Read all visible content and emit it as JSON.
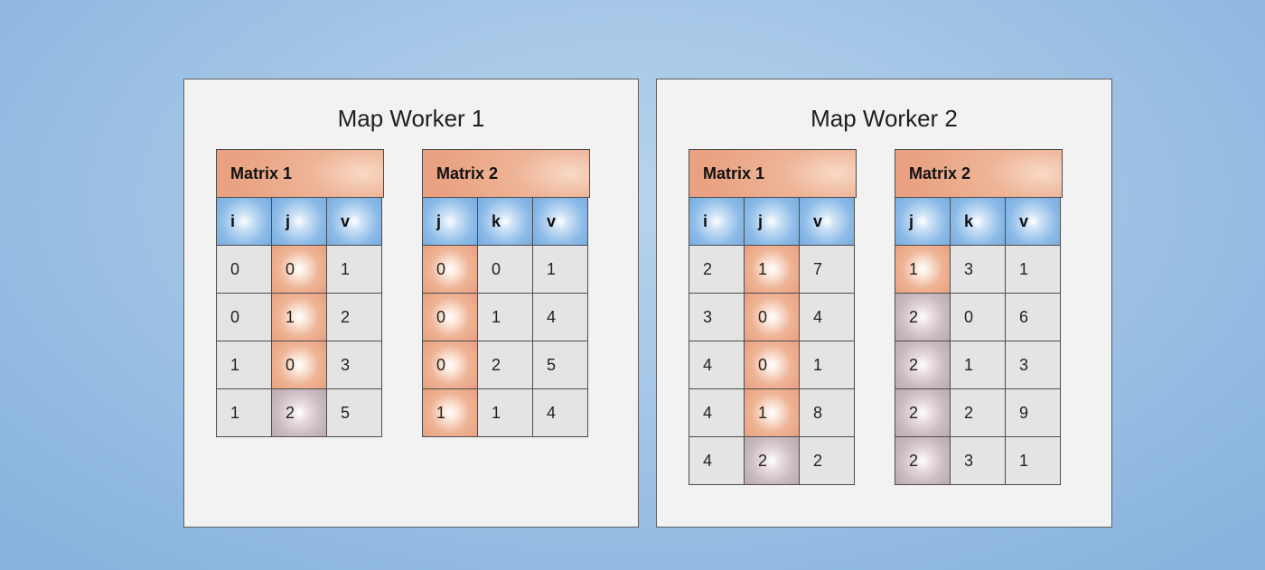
{
  "workers": [
    {
      "title": "Map Worker 1",
      "matrices": [
        {
          "title": "Matrix 1",
          "columns": [
            "i",
            "j",
            "v"
          ],
          "rows": [
            [
              "0",
              "0",
              "1"
            ],
            [
              "0",
              "1",
              "2"
            ],
            [
              "1",
              "0",
              "3"
            ],
            [
              "1",
              "2",
              "5"
            ]
          ],
          "key_cells": [
            "hot",
            "hot",
            "hot",
            "dim"
          ]
        },
        {
          "title": "Matrix 2",
          "columns": [
            "j",
            "k",
            "v"
          ],
          "rows": [
            [
              "0",
              "0",
              "1"
            ],
            [
              "0",
              "1",
              "4"
            ],
            [
              "0",
              "2",
              "5"
            ],
            [
              "1",
              "1",
              "4"
            ]
          ],
          "key_cells": [
            "hot",
            "hot",
            "hot",
            "hot"
          ]
        }
      ]
    },
    {
      "title": "Map Worker 2",
      "matrices": [
        {
          "title": "Matrix 1",
          "columns": [
            "i",
            "j",
            "v"
          ],
          "rows": [
            [
              "2",
              "1",
              "7"
            ],
            [
              "3",
              "0",
              "4"
            ],
            [
              "4",
              "0",
              "1"
            ],
            [
              "4",
              "1",
              "8"
            ],
            [
              "4",
              "2",
              "2"
            ]
          ],
          "key_cells": [
            "hot",
            "hot",
            "hot",
            "hot",
            "dim"
          ]
        },
        {
          "title": "Matrix 2",
          "columns": [
            "j",
            "k",
            "v"
          ],
          "rows": [
            [
              "1",
              "3",
              "1"
            ],
            [
              "2",
              "0",
              "6"
            ],
            [
              "2",
              "1",
              "3"
            ],
            [
              "2",
              "2",
              "9"
            ],
            [
              "2",
              "3",
              "1"
            ]
          ],
          "key_cells": [
            "hot",
            "dim",
            "dim",
            "dim",
            "dim"
          ]
        }
      ]
    }
  ],
  "colors": {
    "background": "#a3c5e6",
    "panel": "#f2f2f2",
    "header_orange": "#e9a181",
    "column_header_blue": "#8dbbe8",
    "cell_gray": "#e4e4e4",
    "key_highlight": "#efb496",
    "key_dim": "#cdbdc2"
  }
}
